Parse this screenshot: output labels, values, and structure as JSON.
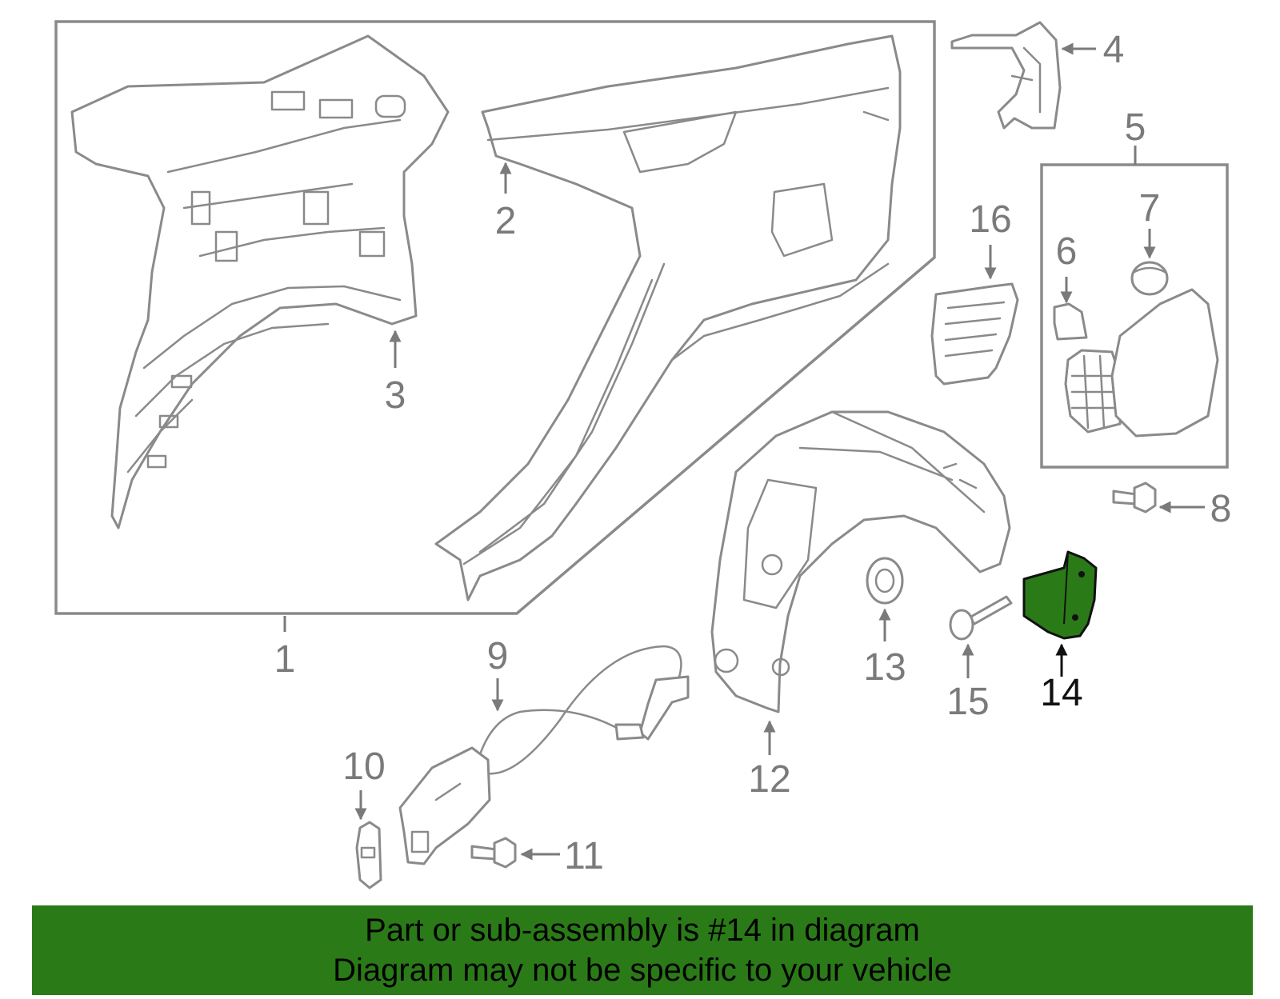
{
  "callouts": {
    "c1": "1",
    "c2": "2",
    "c3": "3",
    "c4": "4",
    "c5": "5",
    "c6": "6",
    "c7": "7",
    "c8": "8",
    "c9": "9",
    "c10": "10",
    "c11": "11",
    "c12": "12",
    "c13": "13",
    "c14": "14",
    "c15": "15",
    "c16": "16"
  },
  "highlight": {
    "part_number": "14",
    "color": "#2b7a18"
  },
  "colors": {
    "line": "#8a8a8a",
    "highlight_stroke": "#111111",
    "banner_bg": "#2b7a18"
  },
  "banner": {
    "line1": "Part or sub-assembly is #14 in diagram",
    "line2": "Diagram may not be specific to your vehicle"
  }
}
